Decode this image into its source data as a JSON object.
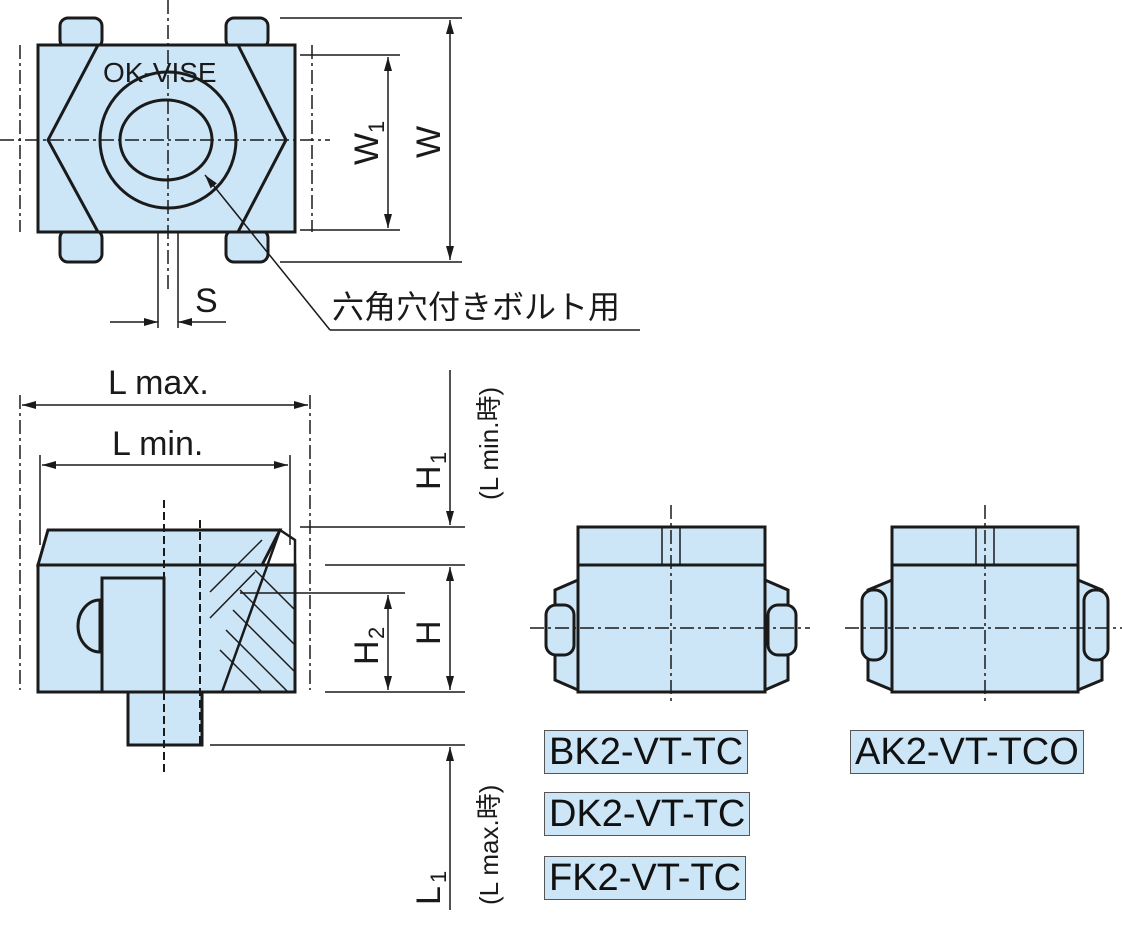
{
  "top_view": {
    "brand": "OK-VISE",
    "dim_w1": "W",
    "dim_w1_sub": "1",
    "dim_w": "W",
    "dim_s": "S",
    "callout": "六角穴付きボルト用"
  },
  "side_view": {
    "l_max": "L max.",
    "l_min": "L min.",
    "h1": "H",
    "h1_sub": "1",
    "h1_note": "(L min.時)",
    "h": "H",
    "h2": "H",
    "h2_sub": "2",
    "l1": "L",
    "l1_sub": "1",
    "l1_note": "(L max.時)"
  },
  "models": {
    "bk": "BK2-VT-TC",
    "dk": "DK2-VT-TC",
    "fk": "FK2-VT-TC",
    "ak": "AK2-VT-TCO"
  },
  "colors": {
    "part_fill": "#cde6f7",
    "line": "#1a1a1a"
  }
}
